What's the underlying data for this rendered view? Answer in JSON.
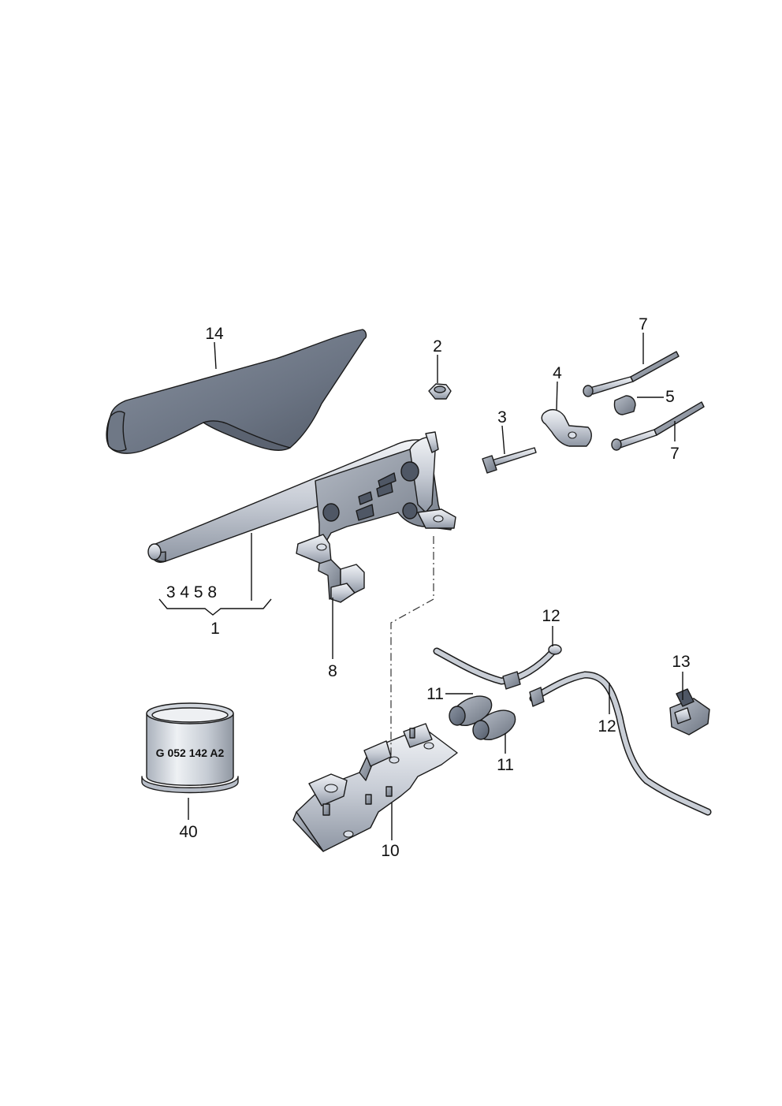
{
  "diagram": {
    "callouts": {
      "c1": "1",
      "c2": "2",
      "c3": "3",
      "c4": "4",
      "c5": "5",
      "c7a": "7",
      "c7b": "7",
      "c8": "8",
      "c10": "10",
      "c11a": "11",
      "c11b": "11",
      "c12a": "12",
      "c12b": "12",
      "c13": "13",
      "c14": "14",
      "c40": "40",
      "group_1": "3 4 5 8"
    },
    "stamp_text": "G 052 142 A2"
  }
}
